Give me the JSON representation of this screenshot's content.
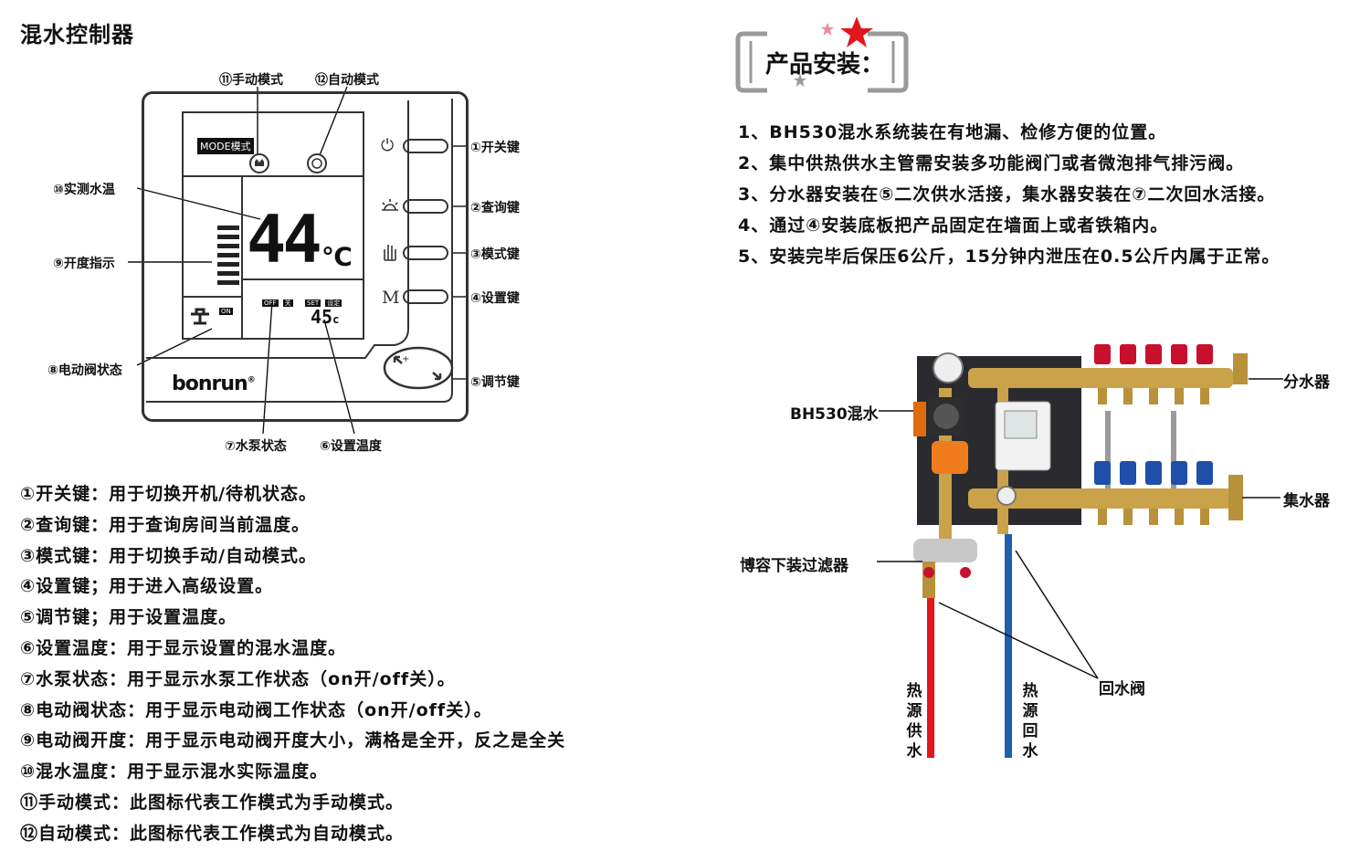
{
  "page_title": "混水控制器",
  "controller": {
    "callouts": {
      "c11": "⑪手动模式",
      "c12": "⑫自动模式",
      "c10": "⑩实测水温",
      "c9": "⑨开度指示",
      "c8": "⑧电动阀状态",
      "c7": "⑦水泵状态",
      "c6": "⑥设置温度",
      "c1": "①开关键",
      "c2": "②查询键",
      "c3": "③模式键",
      "c4": "④设置键",
      "c5": "⑤调节键"
    },
    "mode_tag": "MODE模式",
    "measured_temp": "44",
    "temp_unit": "℃",
    "set_temp": "45",
    "set_unit": "c",
    "valve_tag": "ON",
    "pump_tag_off": "OFF",
    "pump_tag_char": "关",
    "set_tag": "SET",
    "set_tag_char": "设定",
    "brand": "bonrun",
    "brand_mark": "®",
    "m_key": "M",
    "opening_level": 1.0,
    "icons": [
      "power-icon",
      "sun-icon",
      "hand-icon",
      "m-letter-icon",
      "adjust-dial-icon",
      "manual-mode-icon",
      "auto-mode-icon",
      "valve-icon"
    ]
  },
  "descriptions": [
    "①开关键：用于切换开机/待机状态。",
    "②查询键：用于查询房间当前温度。",
    "③模式键：用于切换手动/自动模式。",
    "④设置键；用于进入高级设置。",
    "⑤调节键；用于设置温度。",
    "⑥设置温度：用于显示设置的混水温度。",
    "⑦水泵状态：用于显示水泵工作状态（on开/off关）。",
    "⑧电动阀状态：用于显示电动阀工作状态（on开/off关）。",
    "⑨电动阀开度：用于显示电动阀开度大小，满格是全开，反之是全关",
    "⑩混水温度：用于显示混水实际温度。",
    "⑪手动模式：此图标代表工作模式为手动模式。",
    "⑫自动模式：此图标代表工作模式为自动模式。"
  ],
  "installation": {
    "title": "产品安装：",
    "steps": [
      "1、BH530混水系统装在有地漏、检修方便的位置。",
      "2、集中供热供水主管需安装多功能阀门或者微泡排气排污阀。",
      "3、分水器安装在⑤二次供水活接，集水器安装在⑦二次回水活接。",
      "4、通过④安装底板把产品固定在墙面上或者铁箱内。",
      "5、安装完毕后保压6公斤，15分钟内泄压在0.5公斤内属于正常。"
    ],
    "labels": {
      "distributor": "分水器",
      "collector": "集水器",
      "bh530": "BH530混水",
      "filter": "博容下装过滤器",
      "return_valve": "回水阀",
      "supply": [
        "热",
        "源",
        "供",
        "水"
      ],
      "return": [
        "热",
        "源",
        "回",
        "水"
      ]
    },
    "colors": {
      "supply_pipe": "#e3161b",
      "return_pipe": "#1f5fb0",
      "red_caps": "#c8102e",
      "blue_caps": "#1f4fa8",
      "brass": "#c9a24a",
      "pump_orange": "#f07c1e",
      "star_red": "#e3161b"
    }
  }
}
